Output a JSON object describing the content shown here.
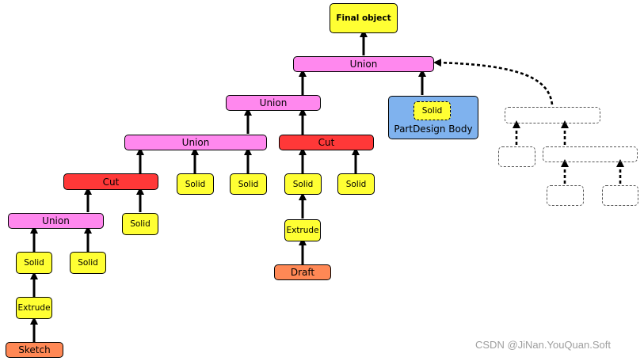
{
  "colors": {
    "yellow": "#ffff33",
    "pink": "#ff88ee",
    "red": "#ff3838",
    "orange": "#ff8855",
    "blue": "#7fb2ee"
  },
  "nodes": {
    "final_object": "Final object",
    "union_top": "Union",
    "union_mid": "Union",
    "union_left": "Union",
    "union_bottom": "Union",
    "cut_left": "Cut",
    "cut_right": "Cut",
    "solid_b1": "Solid",
    "solid_b2": "Solid",
    "solid_c1": "Solid",
    "solid_d1": "Solid",
    "solid_d2": "Solid",
    "solid_d3": "Solid",
    "solid_d4": "Solid",
    "solid_inner": "Solid",
    "extrude_left": "Extrude",
    "extrude_right": "Extrude",
    "sketch": "Sketch",
    "draft": "Draft",
    "partdesign_body": "PartDesign Body"
  },
  "watermark": "CSDN @JiNan.YouQuan.Soft"
}
